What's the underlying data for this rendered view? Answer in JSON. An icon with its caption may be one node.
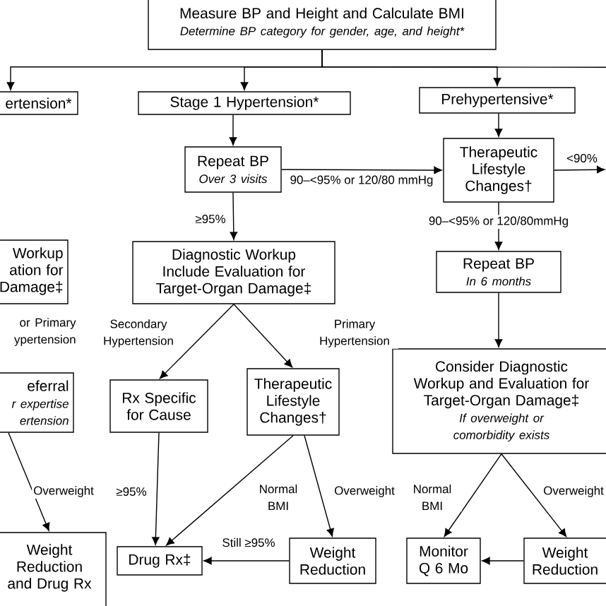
{
  "diagram": {
    "nodes": [
      {
        "text": [
          "Measure BP and Height and Calculate BMI",
          "Determine BP category for gender, age, and height*"
        ]
      },
      {
        "text": [
          "ertension*"
        ]
      },
      {
        "text": [
          "Stage 1 Hypertension*"
        ]
      },
      {
        "text": [
          "Prehypertensive*"
        ]
      },
      {
        "text": [
          "Repeat BP",
          "Over 3 visits"
        ]
      },
      {
        "text": [
          "Therapeutic Lifestyle Changes†"
        ]
      },
      {
        "text": [
          "Workup ation for Damage‡"
        ]
      },
      {
        "text": [
          "Diagnostic Workup Include Evaluation for Target-Organ Damage‡"
        ]
      },
      {
        "text": [
          "Repeat BP",
          "In 6 months"
        ]
      },
      {
        "text": [
          "eferral",
          "r expertise ertension"
        ]
      },
      {
        "text": [
          "Rx Specific for Cause"
        ]
      },
      {
        "text": [
          "Therapeutic Lifestyle Changes†"
        ]
      },
      {
        "text": [
          "Consider Diagnostic Workup and Evaluation for Target-Organ Damage‡",
          "If overweight or comorbidity exists"
        ]
      },
      {
        "text": [
          "Weight Reduction and Drug Rx"
        ]
      },
      {
        "text": [
          "Drug Rx‡"
        ]
      },
      {
        "text": [
          "Weight Reduction"
        ]
      },
      {
        "text": [
          "Monitor Q 6 Mo"
        ]
      },
      {
        "text": [
          "Weight Reduction"
        ]
      }
    ],
    "edges": [
      {
        "from": 0,
        "to": 1,
        "arrow": "to"
      },
      {
        "from": 0,
        "to": 2,
        "arrow": "to"
      },
      {
        "from": 0,
        "to": 3,
        "arrow": "to"
      },
      {
        "from": 0,
        "to": null,
        "arrow": "none"
      },
      {
        "from": 2,
        "to": 4,
        "arrow": "to"
      },
      {
        "from": 3,
        "to": 5,
        "arrow": "to"
      },
      {
        "from": 4,
        "to": 5,
        "arrow": "to",
        "label": "90–<95% or 120/80 mmHg"
      },
      {
        "from": 5,
        "to": null,
        "arrow": "to",
        "label": "<90%"
      },
      {
        "from": 4,
        "to": 7,
        "arrow": "to",
        "label": "≥95%"
      },
      {
        "from": 5,
        "to": 8,
        "arrow": "to",
        "label": "90–<95% or 120/80mmHg"
      },
      {
        "from": 8,
        "to": 12,
        "arrow": "to"
      },
      {
        "from": 7,
        "to": 10,
        "arrow": "to",
        "label": "Secondary Hypertension"
      },
      {
        "from": 7,
        "to": 11,
        "arrow": "to",
        "label": "Primary Hypertension"
      },
      {
        "from": 9,
        "to": 13,
        "arrow": "to",
        "label": "Overweight"
      },
      {
        "from": 10,
        "to": 14,
        "arrow": "to",
        "label": "≥95%"
      },
      {
        "from": 11,
        "to": 14,
        "arrow": "to",
        "label": "Normal BMI"
      },
      {
        "from": 11,
        "to": 15,
        "arrow": "to",
        "label": "Overweight"
      },
      {
        "from": 15,
        "to": 14,
        "arrow": "to",
        "label": "Still ≥95%"
      },
      {
        "from": 12,
        "to": 16,
        "arrow": "to",
        "label": "Normal BMI"
      },
      {
        "from": 12,
        "to": 17,
        "arrow": "to",
        "label": "Overweight"
      },
      {
        "from": 17,
        "to": 16,
        "arrow": "to"
      }
    ],
    "labels": [
      "or Primary ypertension"
    ]
  }
}
